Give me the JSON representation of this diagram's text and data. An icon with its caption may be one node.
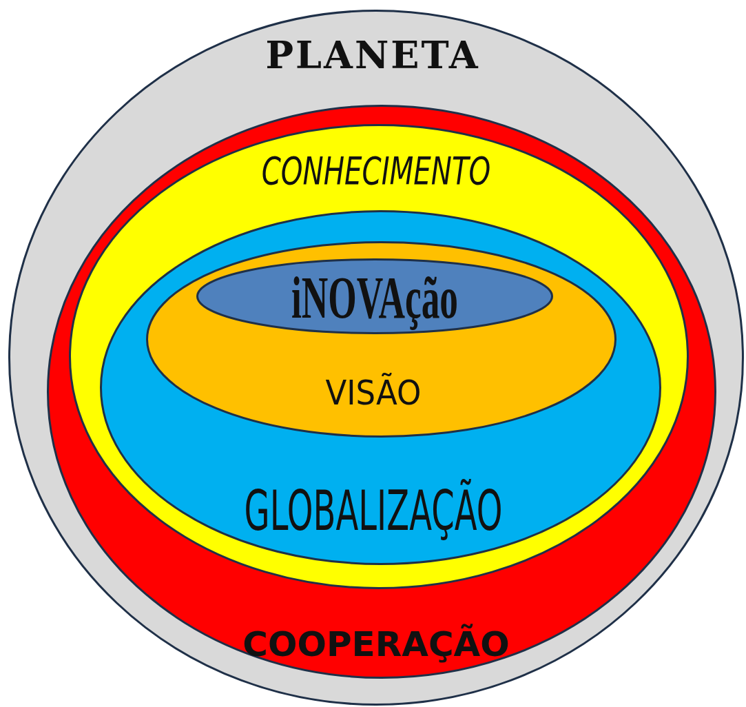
{
  "diagram": {
    "nodes": [
      {
        "text": [
          "PLANETA"
        ]
      },
      {
        "text": [
          "COOPERAÇÃO"
        ],
        "in": 0
      },
      {
        "text": [
          "CONHECIMENTO"
        ],
        "in": 1
      },
      {
        "text": [
          "GLOBALIZAÇÃO"
        ],
        "in": 2
      },
      {
        "text": [
          "VISÃO"
        ],
        "in": 3
      },
      {
        "text": [
          "iNOVAção"
        ],
        "in": 4
      }
    ]
  }
}
